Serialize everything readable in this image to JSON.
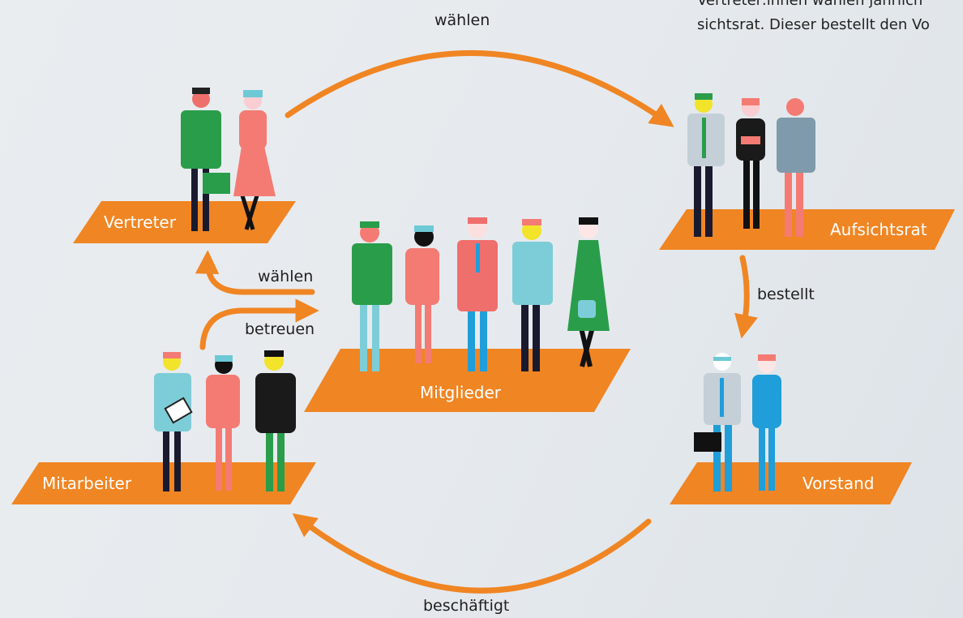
{
  "intro_text": {
    "line1": "Vertreter:innen wählen jährlich",
    "line2": "sichtsrat. Dieser bestellt den Vo"
  },
  "nodes": {
    "vertreter": "Vertreter",
    "aufsichtsrat": "Aufsichtsrat",
    "mitglieder": "Mitglieder",
    "mitarbeiter": "Mitarbeiter",
    "vorstand": "Vorstand"
  },
  "edges": {
    "top": "wählen",
    "left_upper": "wählen",
    "left_lower": "betreuen",
    "right": "bestellt",
    "bottom": "beschäftigt"
  },
  "colors": {
    "accent": "#f08523",
    "label_text": "#ffffff"
  }
}
